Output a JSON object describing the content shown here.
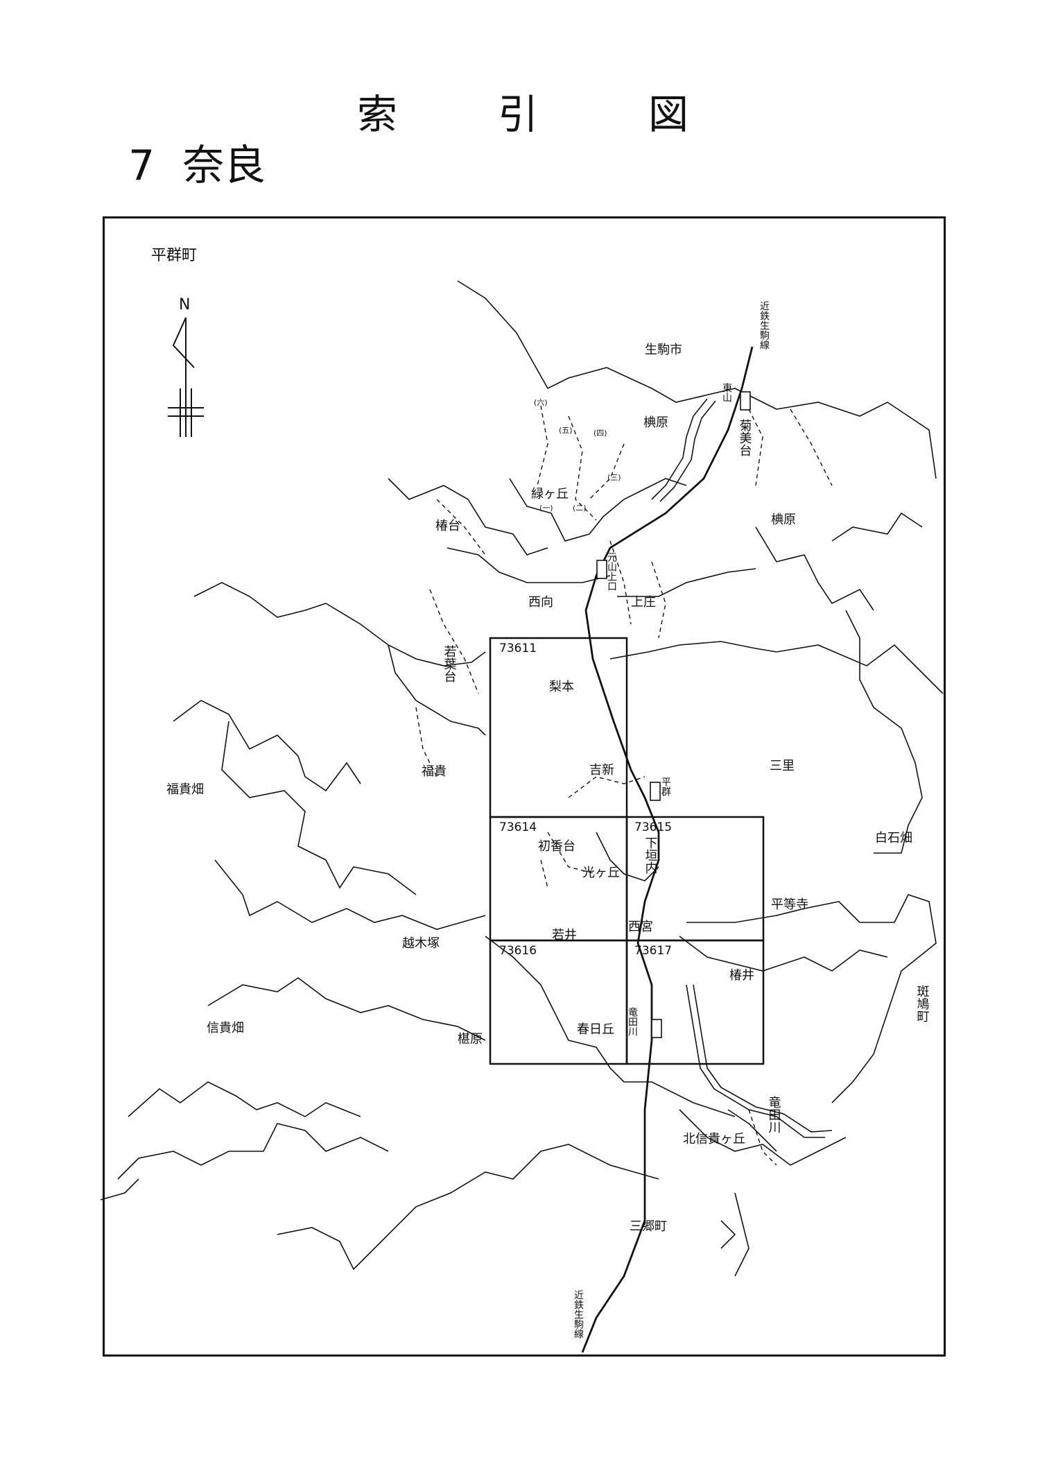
{
  "title": {
    "char1": "索",
    "char2": "引",
    "char3": "図"
  },
  "prefecture": {
    "number": "7",
    "name": "奈良"
  },
  "map": {
    "town_label": "平群町",
    "north_label": "N",
    "grid_cells": [
      {
        "code": "73611"
      },
      {
        "code": "73614"
      },
      {
        "code": "73615"
      },
      {
        "code": "73616"
      },
      {
        "code": "73617"
      }
    ],
    "places": {
      "ikoma": "生駒市",
      "kinugasa_kana": "近鉄生駒線",
      "higashiyama": "東山",
      "kikumidai": "菊美台",
      "kambara_n": "椣原",
      "kambara_e": "椣原",
      "midorigaoka": "緑ヶ丘",
      "tsubakidai": "椿台",
      "motoyamaguchi": "元山上口",
      "kamisho": "上庄",
      "nishimuki": "西向",
      "wakabadai": "若葉台",
      "nashimoto": "梨本",
      "fukikabatake": "福貴畑",
      "fuki": "福貴",
      "yoshishin": "吉新",
      "heguri": "平群",
      "misato": "三里",
      "hatsukadai": "初香台",
      "hikarigaoka": "光ヶ丘",
      "shimogaichi": "下垣内",
      "shiraishibatake": "白石畑",
      "byodoji": "平等寺",
      "wakai": "若井",
      "nishinomiya": "西宮",
      "koshikizuka": "越木塚",
      "tsubai": "椿井",
      "ikaruga": "斑鳩町",
      "shigihata": "信貴畑",
      "kunahara": "椹原",
      "kasugaoka": "春日丘",
      "tatsutagawa_river": "竜田川",
      "tatsutagawa": "竜田川",
      "kitashigigaoka": "北信貴ヶ丘",
      "sango": "三郷町",
      "kintetsu_south": "近鉄生駒線"
    },
    "districts": [
      "(一)",
      "(二)",
      "(三)",
      "(四)",
      "(五)",
      "(六)"
    ]
  }
}
